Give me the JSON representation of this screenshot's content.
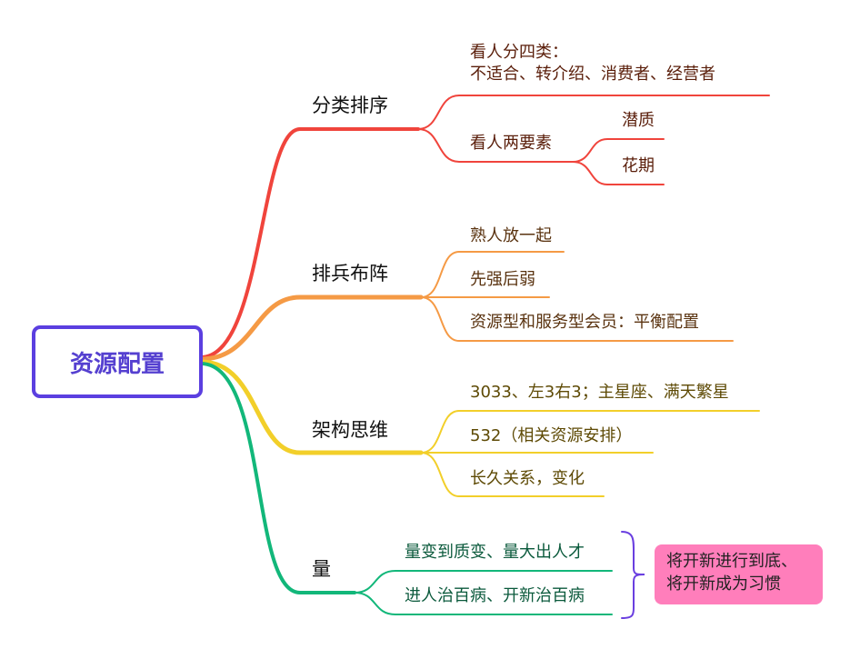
{
  "root": {
    "label": "资源配置"
  },
  "colors": {
    "root": "#5b3fe0",
    "red": "#f0443c",
    "orange": "#f59a45",
    "yellow": "#f2cf2a",
    "green": "#12b77a",
    "brace": "#6a3fe0",
    "summary_bg": "#ff7ebb"
  },
  "branches": [
    {
      "label": "分类排序",
      "children": [
        {
          "label_lines": [
            "看人分四类：",
            "不适合、转介绍、消费者、经营者"
          ]
        },
        {
          "label": "看人两要素",
          "children": [
            {
              "label": "潜质"
            },
            {
              "label": "花期"
            }
          ]
        }
      ]
    },
    {
      "label": "排兵布阵",
      "children": [
        {
          "label": "熟人放一起"
        },
        {
          "label": "先强后弱"
        },
        {
          "label": "资源型和服务型会员：平衡配置"
        }
      ]
    },
    {
      "label": "架构思维",
      "children": [
        {
          "label": "3033、左3右3；主星座、满天繁星"
        },
        {
          "label": "532（相关资源安排）"
        },
        {
          "label": "长久关系，变化"
        }
      ]
    },
    {
      "label": "量",
      "children": [
        {
          "label": "量变到质变、量大出人才"
        },
        {
          "label": "进人治百病、开新治百病"
        }
      ]
    }
  ],
  "summary": {
    "lines": [
      "将开新进行到底、",
      "将开新成为习惯"
    ]
  }
}
